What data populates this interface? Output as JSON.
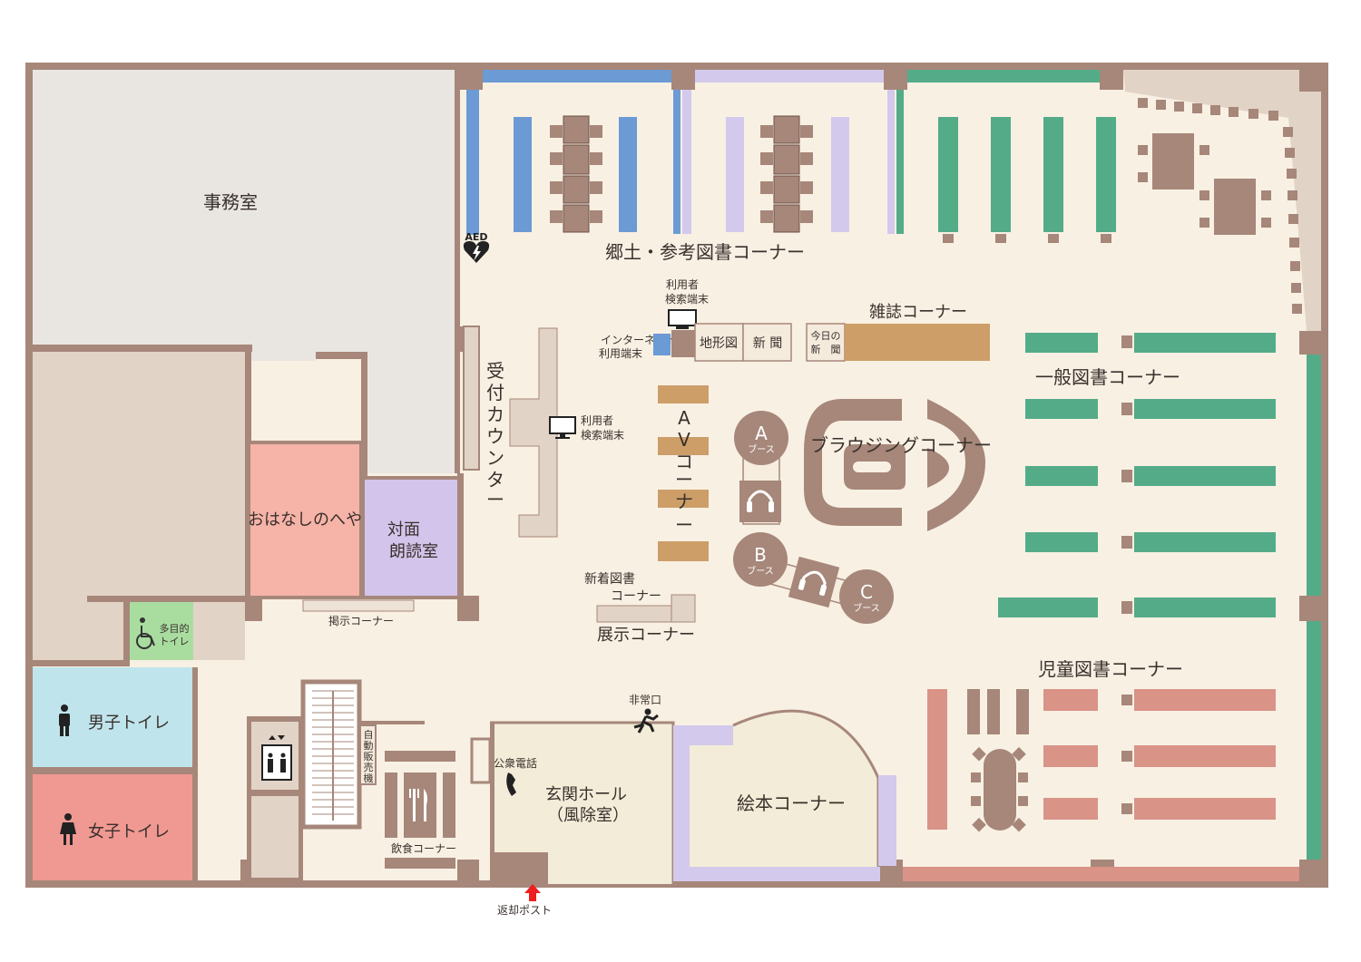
{
  "colors": {
    "wall": "#a6877a",
    "floor": "#f8f0e3",
    "office": "#e9e6e1",
    "office_alt": "#e2d3c7",
    "blue_shelf": "#6b9ad4",
    "lav_shelf": "#d3c9ec",
    "green_shelf": "#54ab88",
    "pink_shelf": "#d99387",
    "orange": "#cd9e68",
    "story_room": "#f6b3a8",
    "reading_room": "#d3c4eb",
    "mens_wc": "#bfe4ec",
    "womens_wc": "#f09892",
    "multi_wc": "#a9dda0",
    "hall": "#f3ecd8"
  },
  "rooms": {
    "office": "事務室",
    "story_room": "おはなしのへや",
    "reading_room_l1": "対面",
    "reading_room_l2": "朗読室",
    "multi_toilet_l1": "多目的",
    "multi_toilet_l2": "トイレ",
    "mens_toilet": "男子トイレ",
    "womens_toilet": "女子トイレ",
    "entrance_l1": "玄関ホール",
    "entrance_l2": "（風除室）",
    "picture_books": "絵本コーナー"
  },
  "corners": {
    "local_reference": "郷土・参考図書コーナー",
    "magazine": "雑誌コーナー",
    "general": "一般図書コーナー",
    "browsing": "ブラウジングコーナー",
    "av_letters": [
      "A",
      "V",
      "コ",
      "ー",
      "ナ",
      "ー"
    ],
    "reception_letters": [
      "受",
      "付",
      "カ",
      "ウ",
      "ン",
      "タ",
      "ー"
    ],
    "children": "児童図書コーナー",
    "new_books_l1": "新着図書",
    "new_books_l2": "コーナー",
    "exhibition": "展示コーナー",
    "notice_board": "掲示コーナー",
    "dining": "飲食コーナー"
  },
  "furniture": {
    "search_terminal_l1": "利用者",
    "search_terminal_l2": "検索端末",
    "internet_l1": "インターネット",
    "internet_l2": "利用端末",
    "topo_map": "地形図",
    "newspaper": "新 聞",
    "today_news_l1": "今日の",
    "today_news_l2": "新　聞",
    "vending_letters": [
      "自",
      "動",
      "販",
      "売",
      "機"
    ],
    "public_phone": "公衆電話",
    "booth_word": "ブース",
    "booth_a": "A",
    "booth_b": "B",
    "booth_c": "C"
  },
  "signs": {
    "aed": "AED",
    "emergency_exit": "非常口",
    "return_post": "返却ポスト"
  },
  "icons": [
    "aed-heart-icon",
    "monitor-icon",
    "headphones-icon",
    "wheelchair-icon",
    "elevator-icon",
    "man-icon",
    "woman-icon",
    "fork-knife-icon",
    "phone-icon",
    "emergency-exit-runner-icon",
    "up-arrow-icon"
  ]
}
